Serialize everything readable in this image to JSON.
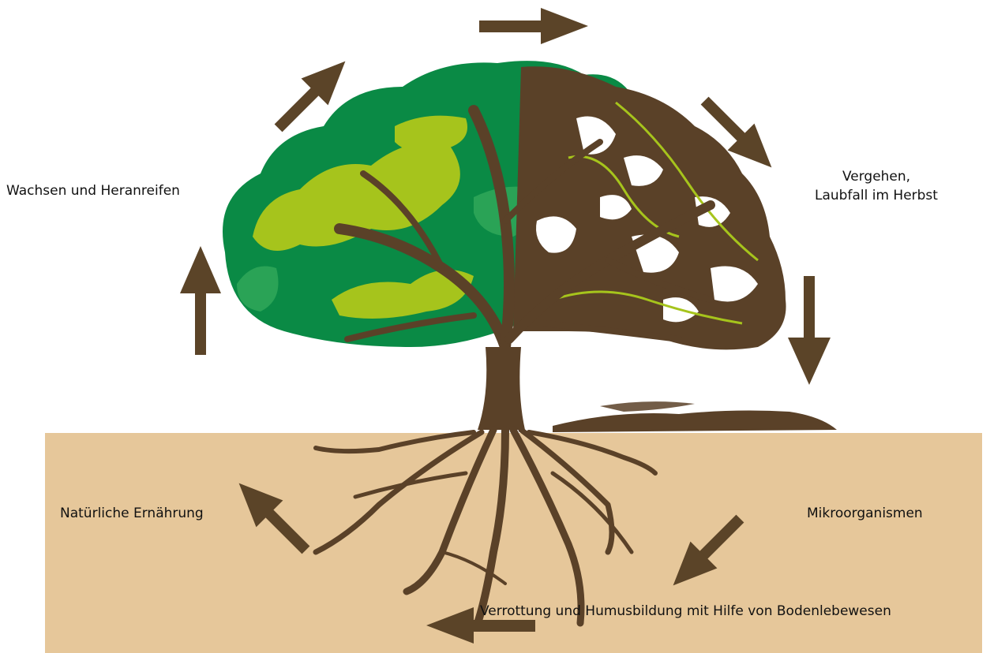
{
  "labels": {
    "grow": "Wachsen und Heranreifen",
    "decay_line1": "Vergehen,",
    "decay_line2": "Laubfall im Herbst",
    "nutrition": "Natürliche Ernährung",
    "microorganisms": "Mikroorganismen",
    "rotting": "Verrottung und Humusbildung mit Hilfe von Bodenlebewesen"
  },
  "colors": {
    "soil": "#e6c79a",
    "bark": "#5a4128",
    "arrow": "#5b4428",
    "leaf_dark": "#0a8a45",
    "leaf_mid": "#2aa356",
    "leaf_light": "#a6c41c",
    "text": "#111111"
  }
}
